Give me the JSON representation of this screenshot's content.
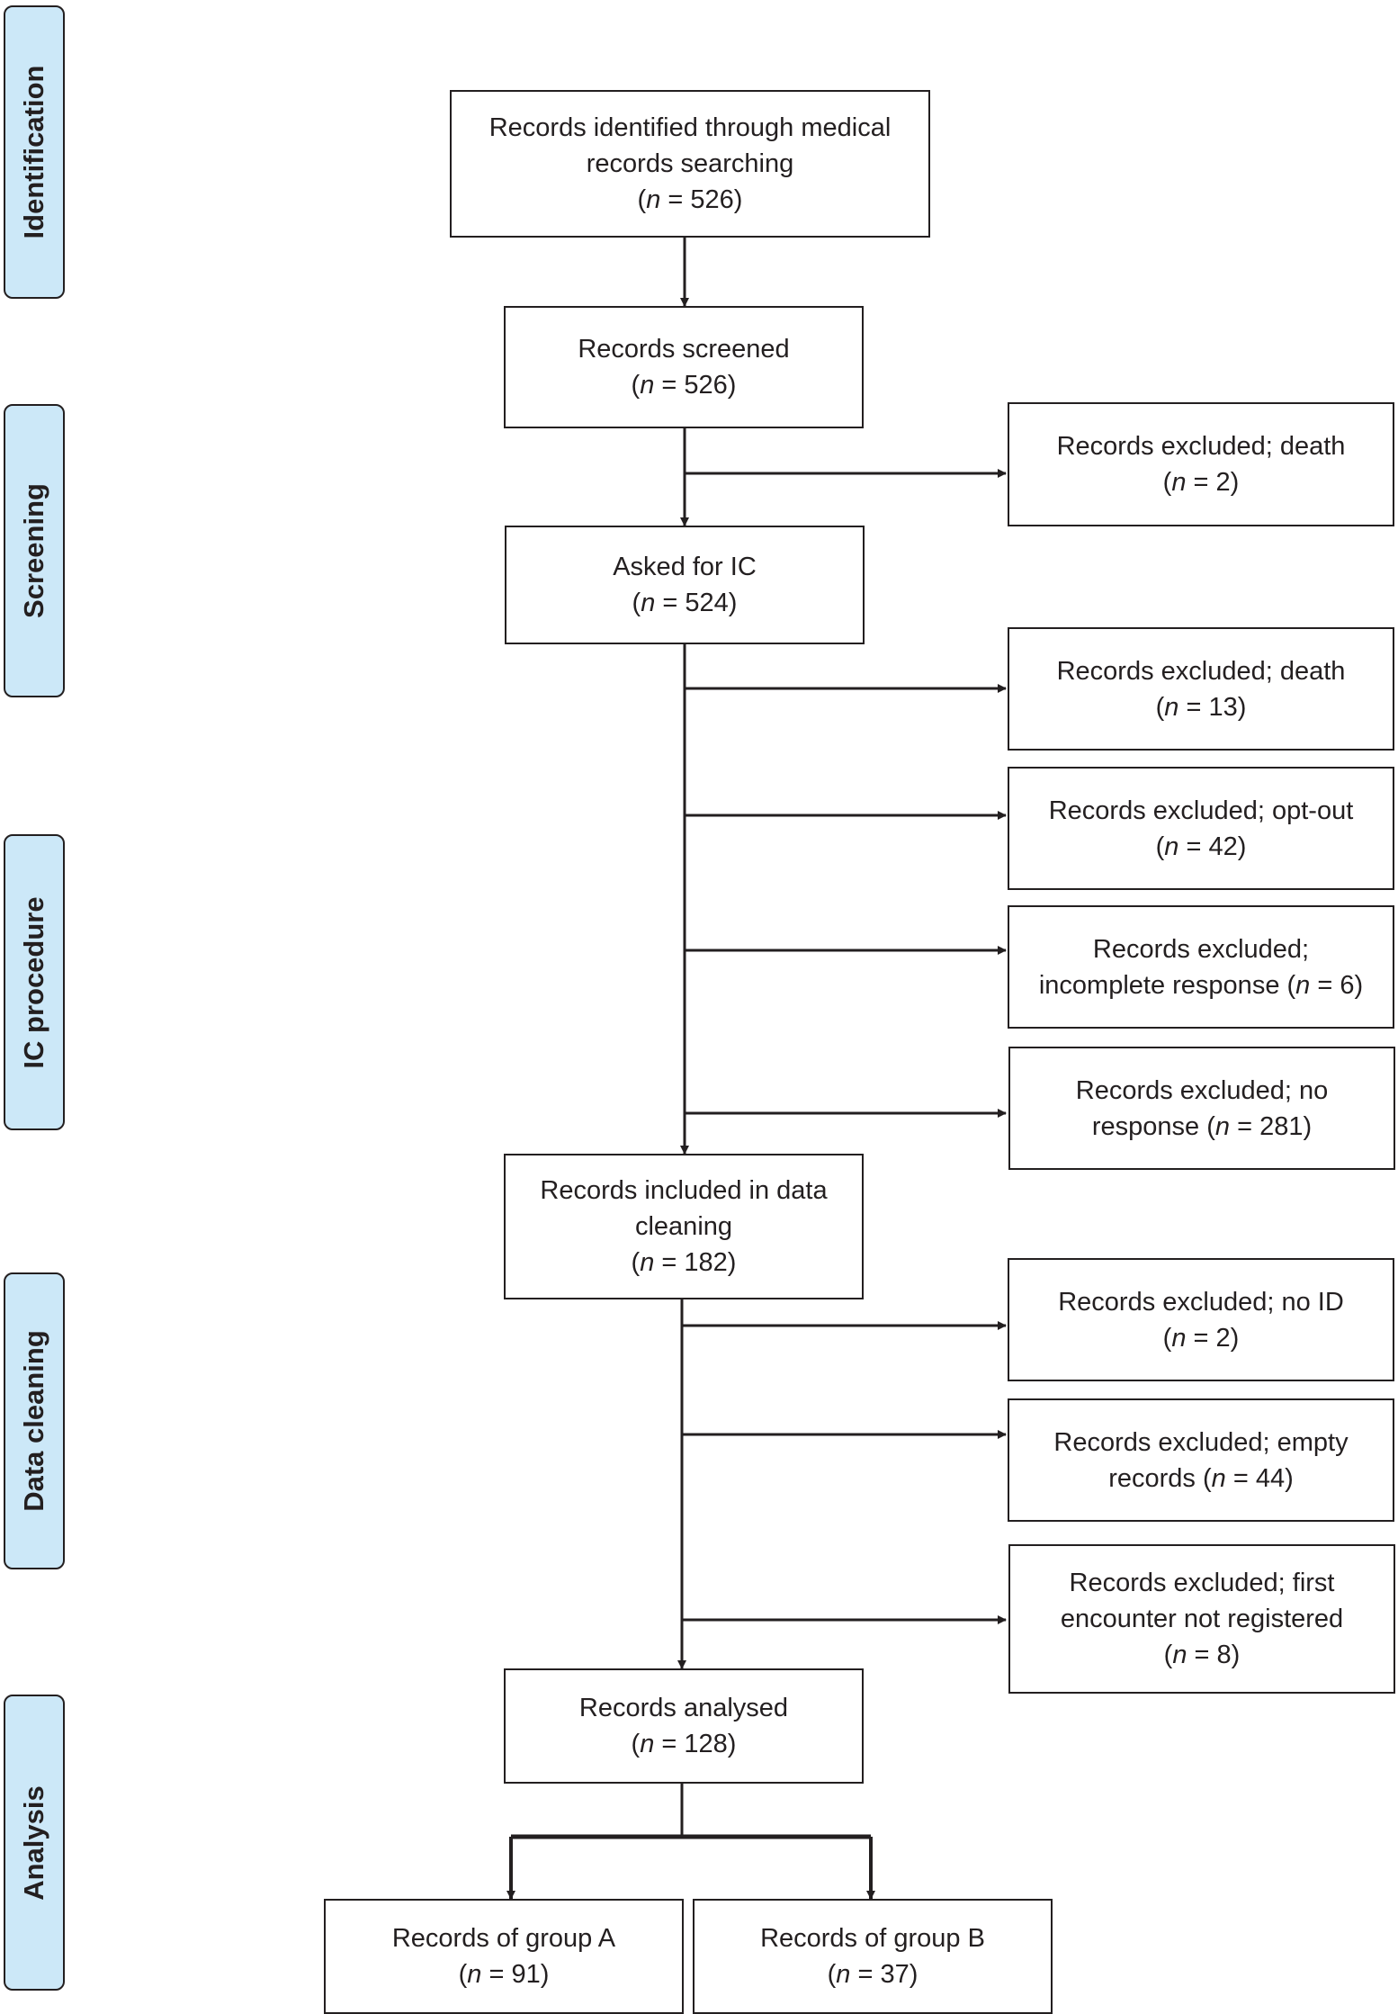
{
  "stages": [
    {
      "id": "identification",
      "label": "Identification"
    },
    {
      "id": "screening",
      "label": "Screening"
    },
    {
      "id": "ic-procedure",
      "label": "IC procedure"
    },
    {
      "id": "data-cleaning",
      "label": "Data cleaning"
    },
    {
      "id": "analysis",
      "label": "Analysis"
    }
  ],
  "n_symbol": "n",
  "boxes": {
    "identified": {
      "lines": [
        "Records identified through medical",
        "records searching"
      ],
      "n_prefix": "(",
      "n_suffix": " = 526)"
    },
    "screened": {
      "lines": [
        "Records screened"
      ],
      "n_prefix": "(",
      "n_suffix": " = 526)"
    },
    "excl_death_1": {
      "lines": [
        "Records excluded; death"
      ],
      "n_prefix": "(",
      "n_suffix": " = 2)"
    },
    "asked_ic": {
      "lines": [
        "Asked for IC"
      ],
      "n_prefix": "(",
      "n_suffix": " = 524)"
    },
    "excl_death_2": {
      "lines": [
        "Records excluded; death"
      ],
      "n_prefix": "(",
      "n_suffix": " = 13)"
    },
    "excl_optout": {
      "lines": [
        "Records excluded; opt-out"
      ],
      "n_prefix": "(",
      "n_suffix": " = 42)"
    },
    "excl_incomplete": {
      "lines": [
        "Records excluded;"
      ],
      "n_prefix": "incomplete response (",
      "n_suffix": " = 6)"
    },
    "excl_noresponse": {
      "lines": [
        "Records excluded; no"
      ],
      "n_prefix": "response (",
      "n_suffix": " = 281)"
    },
    "included_cleaning": {
      "lines": [
        "Records included in data",
        "cleaning"
      ],
      "n_prefix": "(",
      "n_suffix": " = 182)"
    },
    "excl_noid": {
      "lines": [
        "Records excluded; no ID"
      ],
      "n_prefix": "(",
      "n_suffix": " = 2)"
    },
    "excl_empty": {
      "lines": [
        "Records excluded; empty"
      ],
      "n_prefix": "records (",
      "n_suffix": " = 44)"
    },
    "excl_first": {
      "lines": [
        "Records excluded; first",
        "encounter not registered"
      ],
      "n_prefix": "(",
      "n_suffix": " = 8)"
    },
    "analysed": {
      "lines": [
        "Records analysed"
      ],
      "n_prefix": "(",
      "n_suffix": " = 128)"
    },
    "group_a": {
      "lines": [
        "Records of group A"
      ],
      "n_prefix": "(",
      "n_suffix": " = 91)"
    },
    "group_b": {
      "lines": [
        "Records of group B"
      ],
      "n_prefix": "(",
      "n_suffix": " = 37)"
    }
  }
}
